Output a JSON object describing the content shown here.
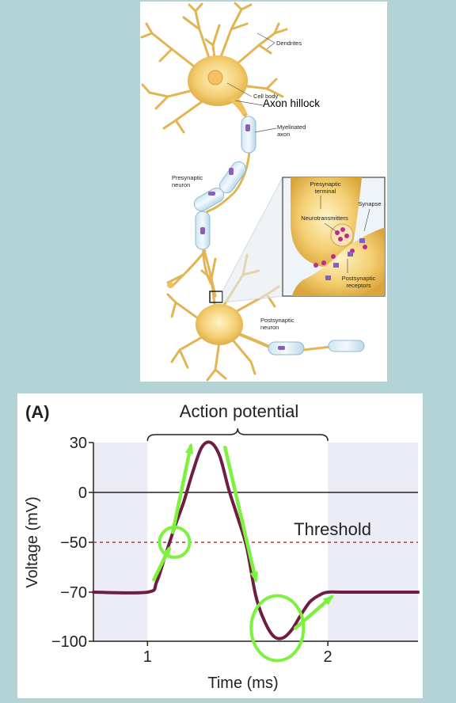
{
  "neuron_figure": {
    "labels": {
      "dendrites": "Dendrites",
      "cell_body": "Cell body",
      "axon_hillock": "Axon hillock",
      "myelinated_axon_1": "Myelinated",
      "myelinated_axon_2": "axon",
      "presynaptic_neuron_1": "Presynaptic",
      "presynaptic_neuron_2": "neuron",
      "postsynaptic_neuron_1": "Postsynaptic",
      "postsynaptic_neuron_2": "neuron"
    },
    "inset": {
      "presynaptic_terminal_1": "Presynaptic",
      "presynaptic_terminal_2": "terminal",
      "synapse": "Synapse",
      "neurotransmitters": "Neurotransmitters",
      "postsynaptic_receptors_1": "Postsynaptic",
      "postsynaptic_receptors_2": "receptors"
    }
  },
  "action_potential": {
    "panel_label": "(A)",
    "brace_label": "Action potential",
    "threshold_label": "Threshold",
    "xlabel": "Time (ms)",
    "ylabel": "Voltage (mV)",
    "colors": {
      "trace": "#6e1d43",
      "threshold": "#c0392b",
      "arrows": "#7cf23f",
      "shade": "#ececf7"
    },
    "chart_data": {
      "type": "line",
      "xlim": [
        0.7,
        2.5
      ],
      "ylim": [
        -100,
        30
      ],
      "yticks": [
        30,
        0,
        -50,
        -70,
        -100
      ],
      "ytick_labels": [
        "30",
        "0",
        "−50",
        "−70",
        "−100"
      ],
      "xticks": [
        1,
        2
      ],
      "xtick_labels": [
        "1",
        "2"
      ],
      "threshold": -50,
      "reference_line": 0,
      "brace_range": [
        1.0,
        2.0
      ],
      "shaded_ranges": [
        [
          0.7,
          1.0
        ],
        [
          2.0,
          2.5
        ]
      ],
      "x": [
        0.7,
        1.0,
        1.05,
        1.1,
        1.15,
        1.2,
        1.25,
        1.3,
        1.35,
        1.4,
        1.45,
        1.5,
        1.55,
        1.6,
        1.65,
        1.7,
        1.75,
        1.8,
        1.85,
        1.9,
        1.95,
        2.0,
        2.1,
        2.5
      ],
      "y": [
        -70,
        -70,
        -66,
        -55,
        -35,
        -10,
        12,
        27,
        30,
        22,
        2,
        -25,
        -52,
        -72,
        -88,
        -97,
        -98,
        -93,
        -84,
        -76,
        -72,
        -70,
        -70,
        -70
      ]
    }
  }
}
